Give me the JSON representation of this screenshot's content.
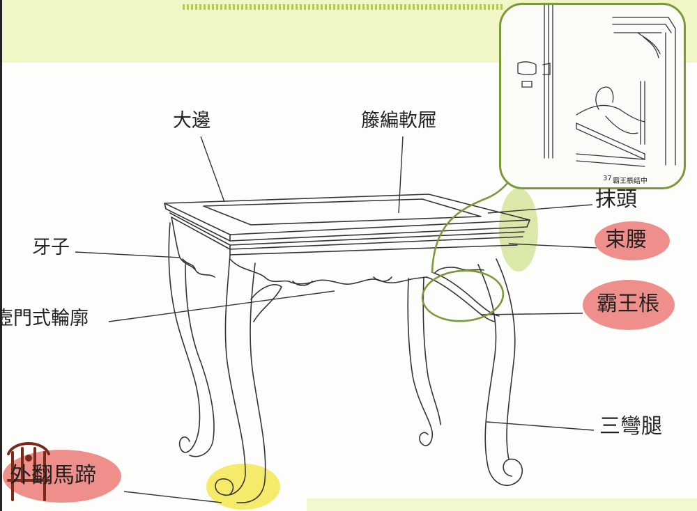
{
  "labels": {
    "da_bian": "大邊",
    "teng_bian_ruan_ti": "籐編軟屜",
    "mo_tou": "抹頭",
    "shu_yao": "束腰",
    "ya_zi": "牙子",
    "ba_wang_cheng": "霸王棖",
    "kun_men_lun_kuo": "壼門式輪廓",
    "san_wan_tui": "三彎腿",
    "wai_fan_ma_ti": "外翻馬蹄"
  },
  "inset": {
    "figure_number": "37",
    "caption": "霸王棖结中"
  },
  "colors": {
    "highlight_red": "#ef8f8c",
    "highlight_yellow": "#f5ea6a",
    "highlight_green": "#d3e59a",
    "accent_green": "#7a9a3a",
    "top_band": "#f1f6c7"
  }
}
